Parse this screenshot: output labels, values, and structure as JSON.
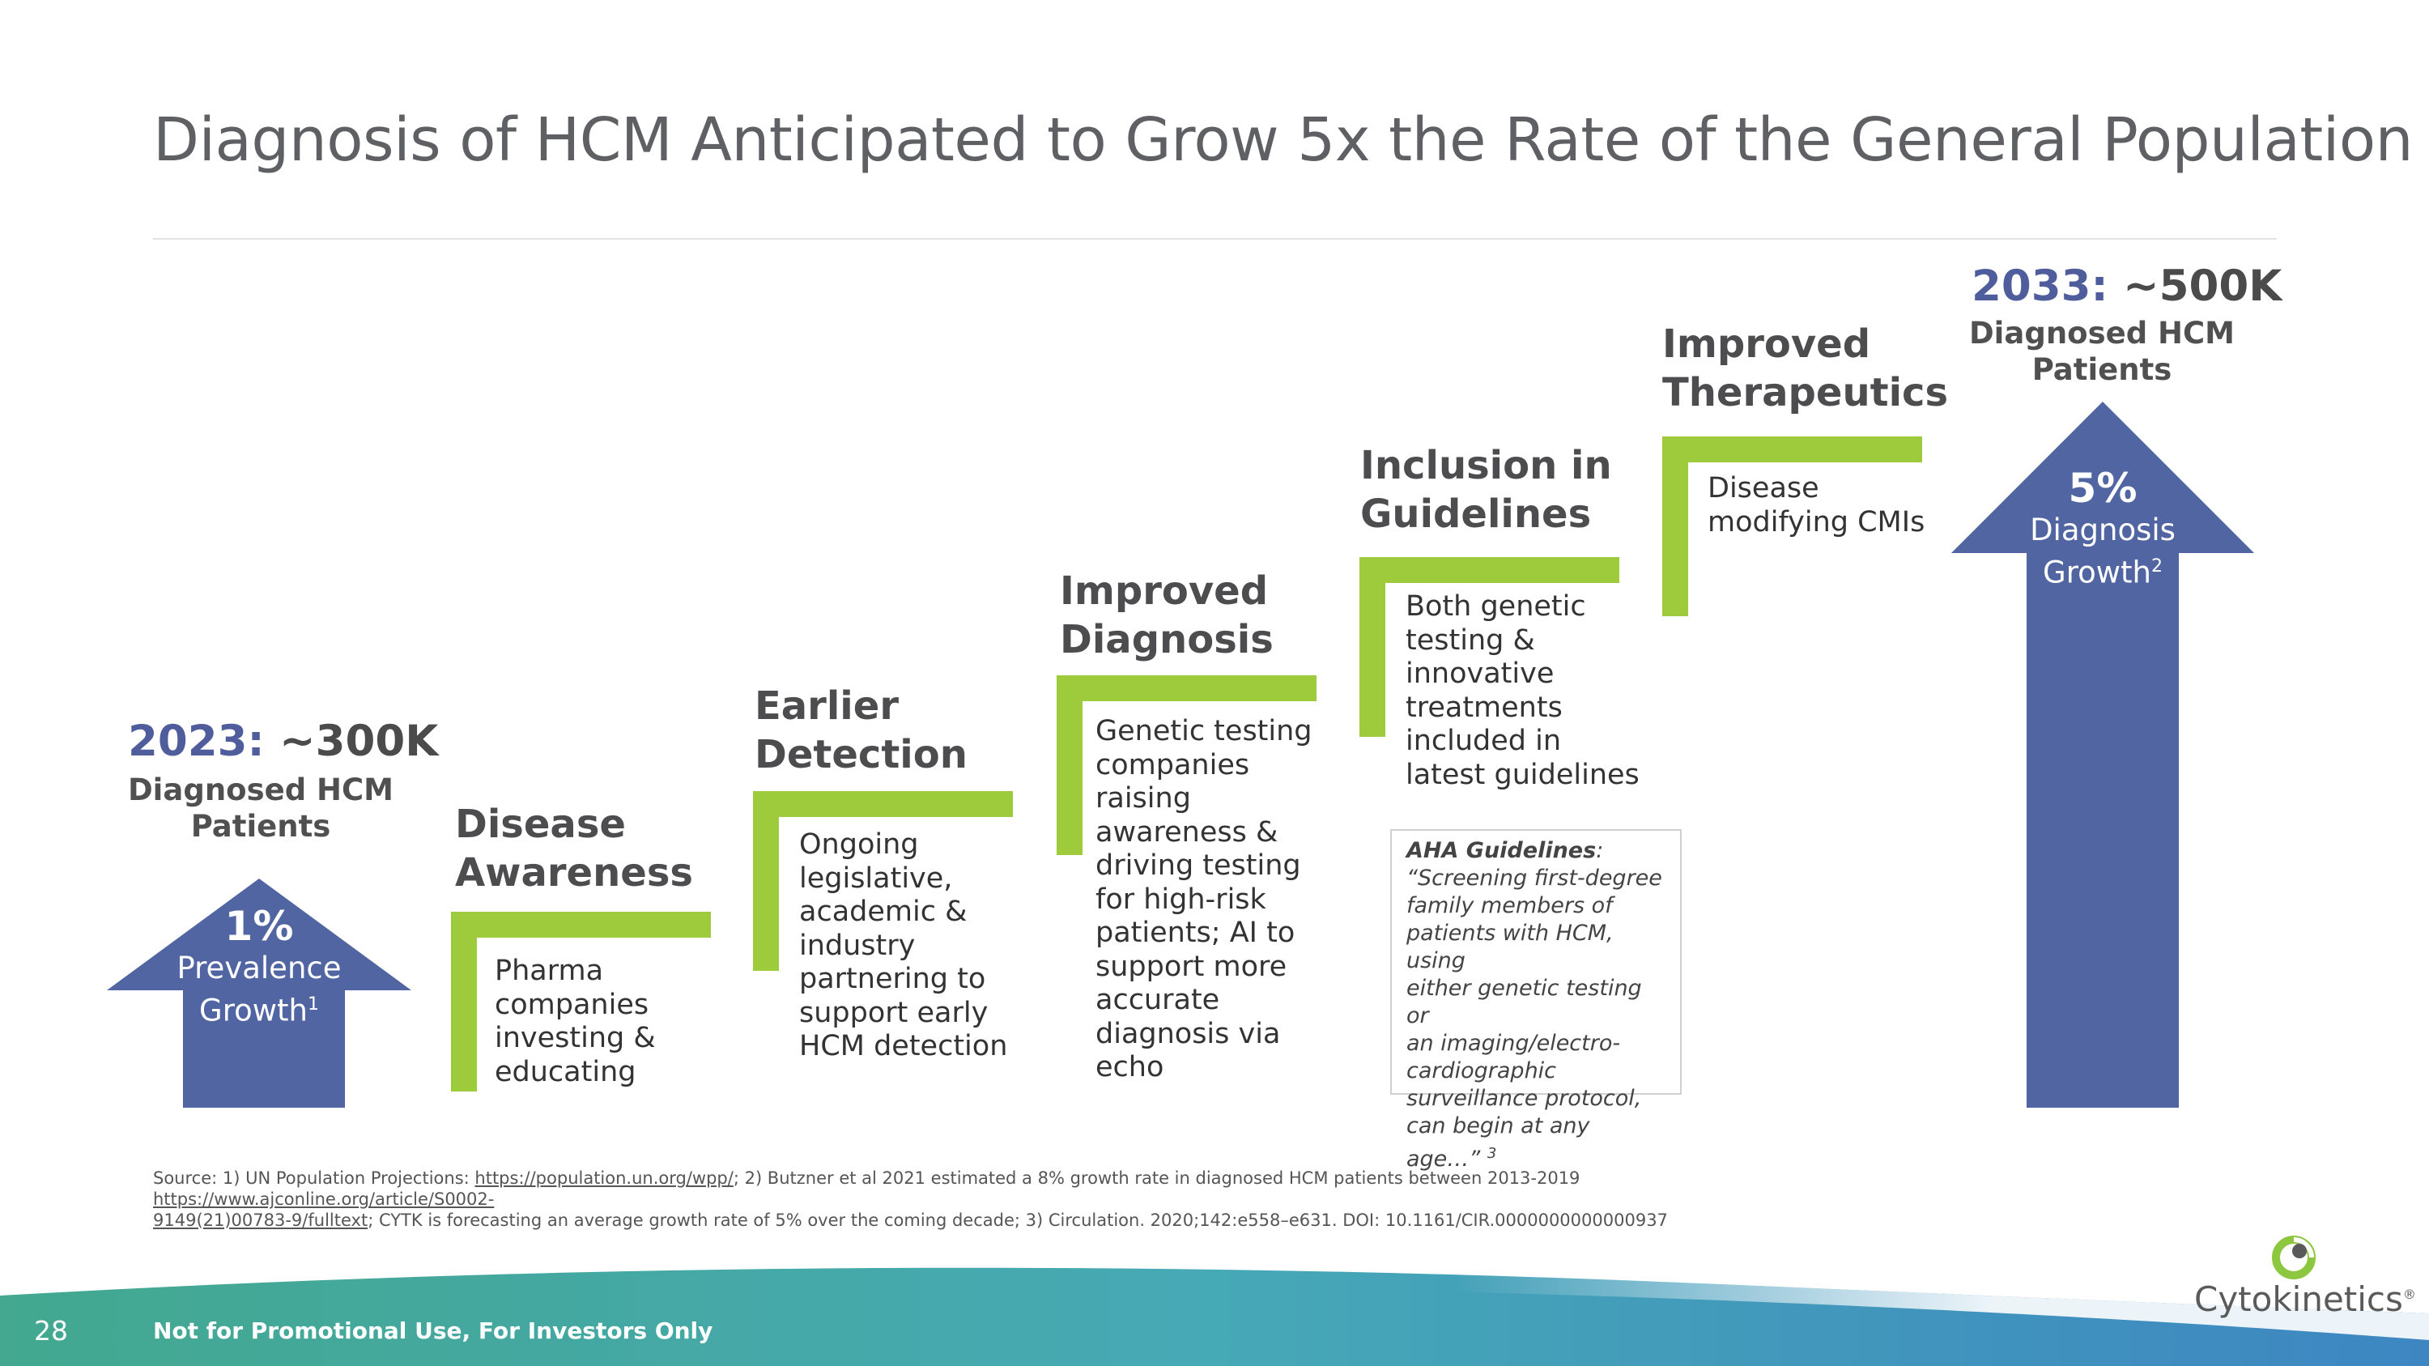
{
  "title": "Diagnosis of HCM Anticipated to Grow 5x the Rate of the General Population",
  "start": {
    "year": "2023:",
    "value": "~300K",
    "label_line1": "Diagnosed HCM",
    "label_line2": "Patients",
    "arrow_pct": "1%",
    "arrow_line1": "Prevalence",
    "arrow_line2": "Growth",
    "arrow_sup": "1"
  },
  "end": {
    "year": "2033:",
    "value": "~500K",
    "label_line1": "Diagnosed HCM",
    "label_line2": "Patients",
    "arrow_pct": "5%",
    "arrow_line1": "Diagnosis",
    "arrow_line2": "Growth",
    "arrow_sup": "2"
  },
  "steps": [
    {
      "title1": "Disease",
      "title2": "Awareness",
      "desc": [
        "Pharma",
        "companies",
        "investing &",
        "educating"
      ]
    },
    {
      "title1": "Earlier",
      "title2": "Detection",
      "desc": [
        "Ongoing",
        "legislative,",
        "academic &",
        "industry",
        "partnering to",
        "support early",
        "HCM detection"
      ]
    },
    {
      "title1": "Improved",
      "title2": "Diagnosis",
      "desc": [
        "Genetic testing",
        "companies",
        "raising",
        "awareness &",
        "driving testing",
        "for high-risk",
        "patients; AI to",
        "support more",
        "accurate",
        "diagnosis via",
        "echo"
      ]
    },
    {
      "title1": "Inclusion in",
      "title2": "Guidelines",
      "desc": [
        "Both genetic",
        "testing &",
        "innovative",
        "treatments",
        "included in",
        "latest guidelines"
      ]
    },
    {
      "title1": "Improved",
      "title2": "Therapeutics",
      "desc": [
        "Disease",
        "modifying CMIs"
      ]
    }
  ],
  "quote": {
    "label": "AHA Guidelines",
    "colon": ":",
    "lines": [
      "“Screening first-degree",
      "family members of",
      "patients with HCM, using",
      "either genetic testing or",
      "an imaging/electro-",
      "cardiographic",
      "surveillance protocol,",
      "can begin at any age…”"
    ],
    "sup": "3"
  },
  "source": {
    "prefix": "Source: 1) UN Population Projections: ",
    "link1": "https://population.un.org/wpp/",
    "mid1": "; 2) Butzner et al 2021 estimated a 8% growth rate in diagnosed HCM patients between 2013-2019 ",
    "link2a": "https://www.ajconline.org/article/S0002-",
    "link2b": "9149(21)00783-9/fulltext",
    "rest": "; CYTK is forecasting an average growth rate of 5% over the coming decade; 3) Circulation. 2020;142:e558–e631. DOI: 10.1161/CIR.0000000000000937"
  },
  "footer": {
    "page_number": "28",
    "notice": "Not for Promotional Use, For Investors Only",
    "logo_text": "Cytokinetics",
    "logo_mark": "®"
  },
  "colors": {
    "accent_blue": "#5265a3",
    "accent_green": "#9ecb3b",
    "footer_teal": "#3aa6a4"
  }
}
